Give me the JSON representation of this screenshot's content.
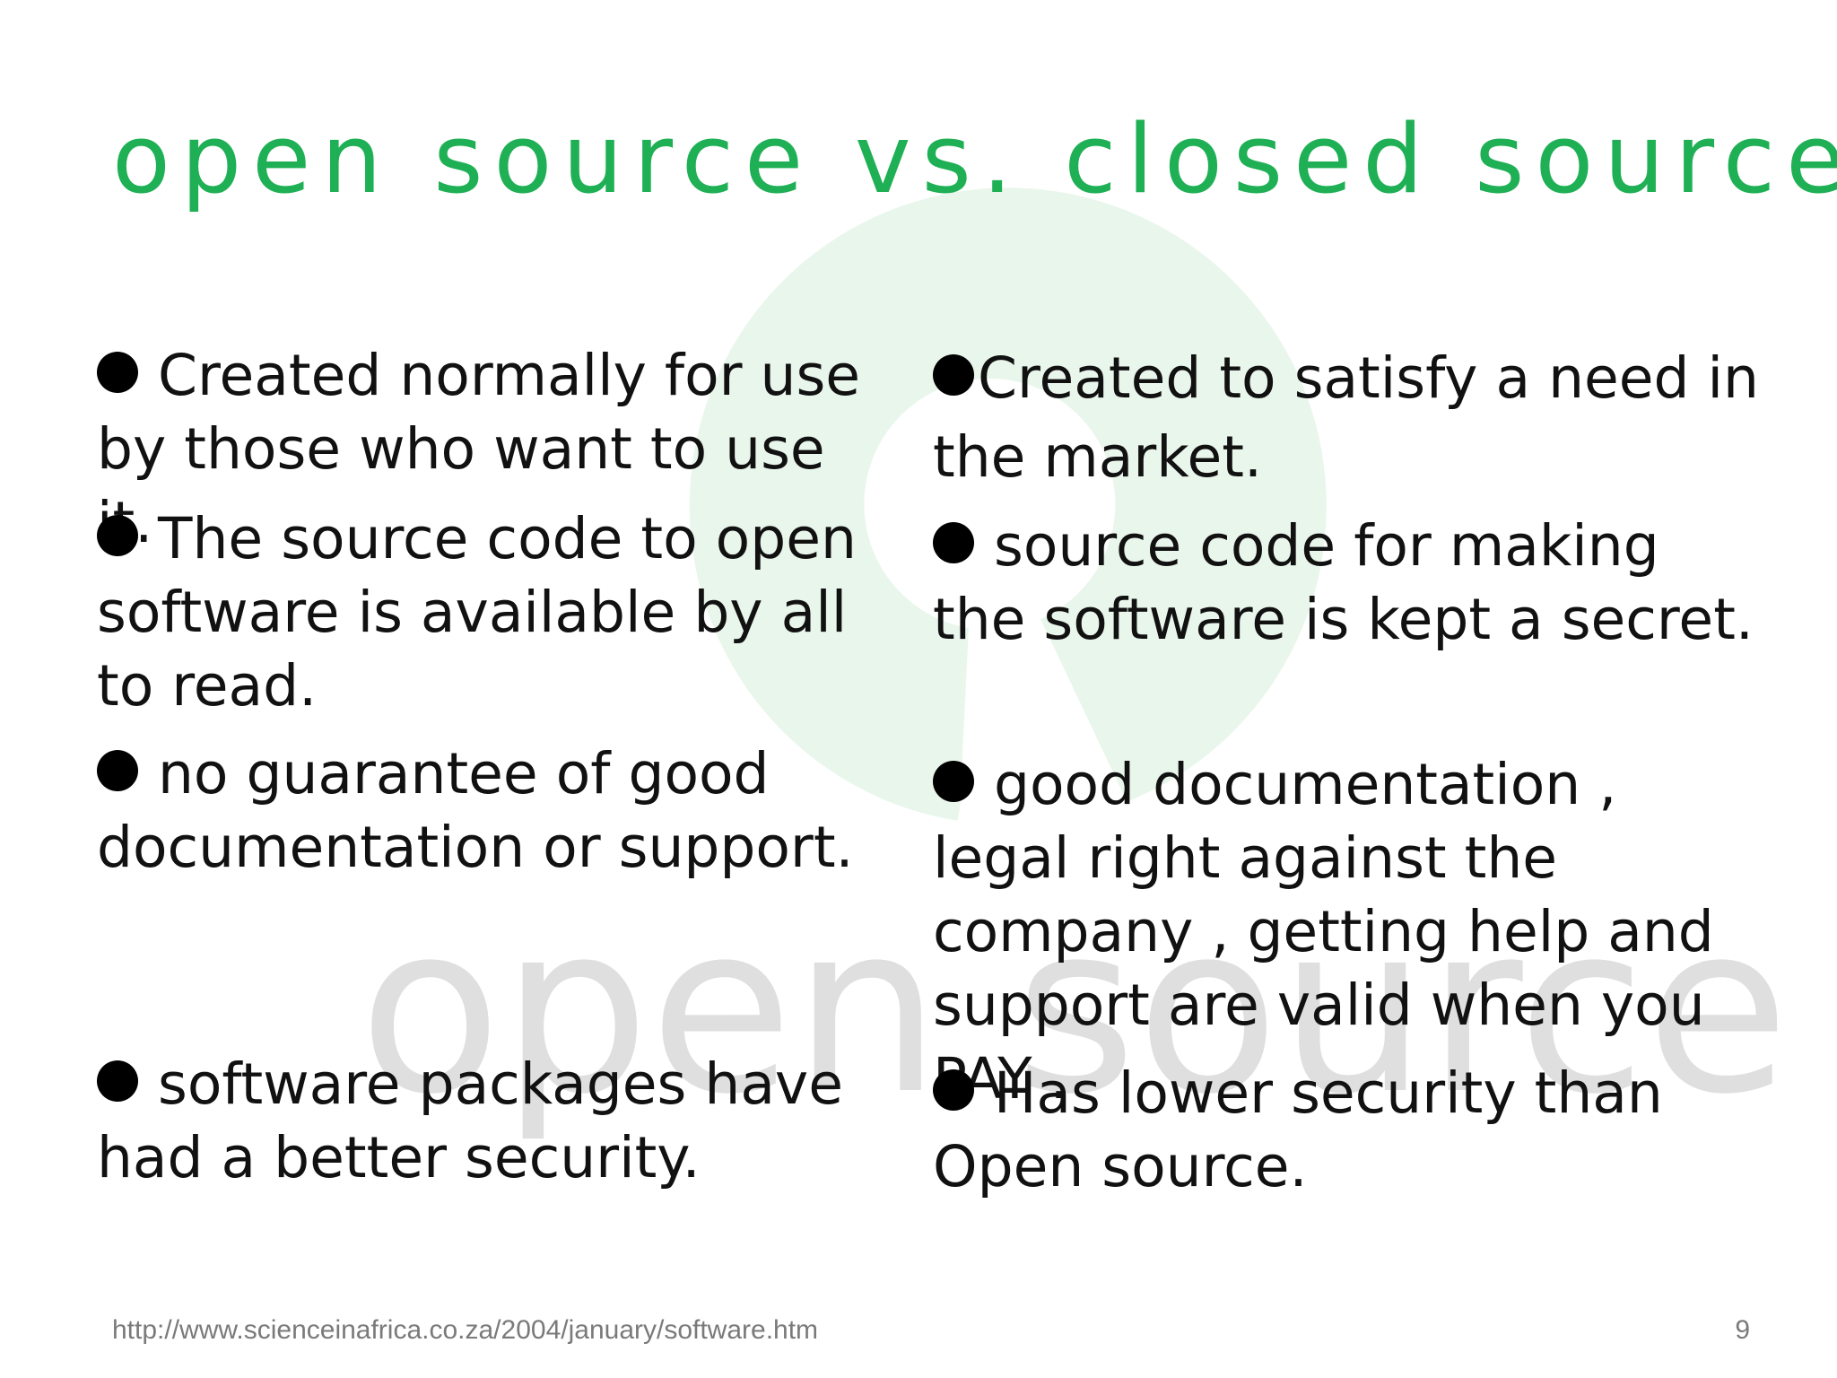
{
  "slide": {
    "title": "open source vs. closed source",
    "left_column": [
      {
        "text": "Created normally for use by those who want to use it."
      },
      {
        "text": "The source code to open software is available by all to read."
      },
      {
        "text": "no guarantee of good documentation or support."
      },
      {
        "text": "software packages have had a better security."
      }
    ],
    "right_column": [
      {
        "text": "Created to satisfy a need in the market."
      },
      {
        "text": "source code for making the software is kept a secret."
      },
      {
        "text": "good documentation , legal right against the company , getting help and support are valid when you PAY ."
      },
      {
        "text": "Has lower security than Open source."
      }
    ],
    "watermark_text": "open source",
    "footer_url": "http://www.scienceinafrica.co.za/2004/january/software.htm",
    "page_number": "9"
  },
  "colors": {
    "title": "#1fb055",
    "body_text": "#111111",
    "footer_text": "#7a7a7a",
    "watermark": "#2fb24e"
  }
}
